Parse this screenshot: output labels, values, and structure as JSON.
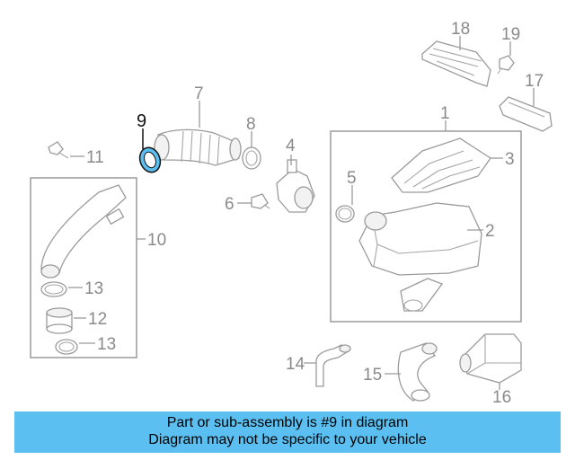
{
  "highlighted_part": "9",
  "labels": {
    "p1": "1",
    "p2": "2",
    "p3": "3",
    "p4": "4",
    "p5": "5",
    "p6": "6",
    "p7": "7",
    "p8": "8",
    "p9": "9",
    "p10": "10",
    "p11": "11",
    "p12": "12",
    "p13a": "13",
    "p13b": "13",
    "p14": "14",
    "p15": "15",
    "p16": "16",
    "p17": "17",
    "p18": "18",
    "p19": "19"
  },
  "banner": {
    "line1": "Part or sub-assembly is #9 in diagram",
    "line2": "Diagram may not be specific to your vehicle"
  },
  "colors": {
    "highlight_fill": "#5bc0f1",
    "banner_background": "#5bc0f1",
    "line_art": "#9a9a9a"
  }
}
